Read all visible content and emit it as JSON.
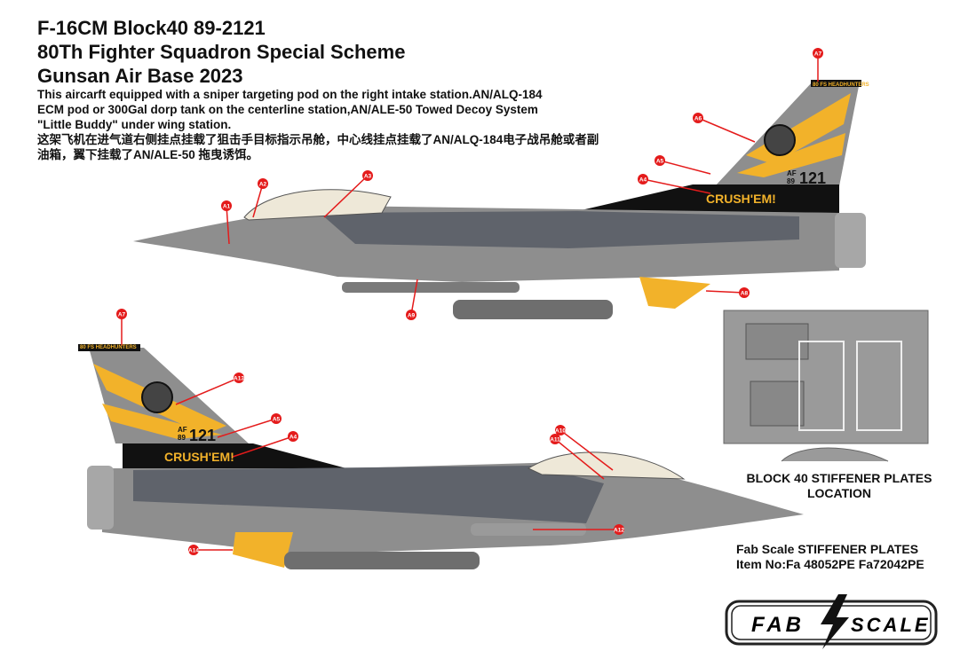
{
  "header": {
    "title_line1": "F-16CM Block40 89-2121",
    "title_line2": "80Th Fighter Squadron Special Scheme",
    "title_line3": "Gunsan Air Base 2023"
  },
  "description": {
    "en_line1": "This aircarft equipped with a sniper  targeting pod on the right intake station.AN/ALQ-184",
    "en_line2": "ECM pod or 300Gal dorp tank on the centerline station,AN/ALE-50 Towed Decoy System",
    "en_line3": "\"Little Buddy\" under wing station.",
    "zh_line1": "这架飞机在进气道右侧挂点挂载了狙击手目标指示吊舱，中心线挂点挂载了AN/ALQ-184电子战吊舱或者副",
    "zh_line2": "油箱，翼下挂载了AN/ALE-50 拖曳诱饵。"
  },
  "aircraft_markings": {
    "tail_band": "80 FS HEADHUNTERS",
    "tail_code": "AF",
    "tail_year": "89",
    "tail_number": "121",
    "motto": "CRUSH'EM!"
  },
  "callouts_upper": [
    "A1",
    "A2",
    "A3",
    "A4",
    "A5",
    "A6",
    "A7",
    "A8",
    "A9"
  ],
  "callouts_lower": [
    "A7",
    "A13",
    "A5",
    "A4",
    "A10",
    "A11",
    "A12",
    "A14"
  ],
  "stiffener": {
    "caption_line1": "BLOCK 40 STIFFENER PLATES",
    "caption_line2": "LOCATION",
    "product_line": "Fab Scale  STIFFENER PLATES",
    "item_line": "Item No:Fa 48052PE    Fa72042PE"
  },
  "logo": {
    "left": "FAB",
    "right": "SCALE"
  },
  "colors": {
    "camo_light": "#8e8e8e",
    "camo_dark": "#5f636b",
    "yellow": "#f2b22a",
    "black": "#111111",
    "callout_red": "#e41b1b"
  }
}
